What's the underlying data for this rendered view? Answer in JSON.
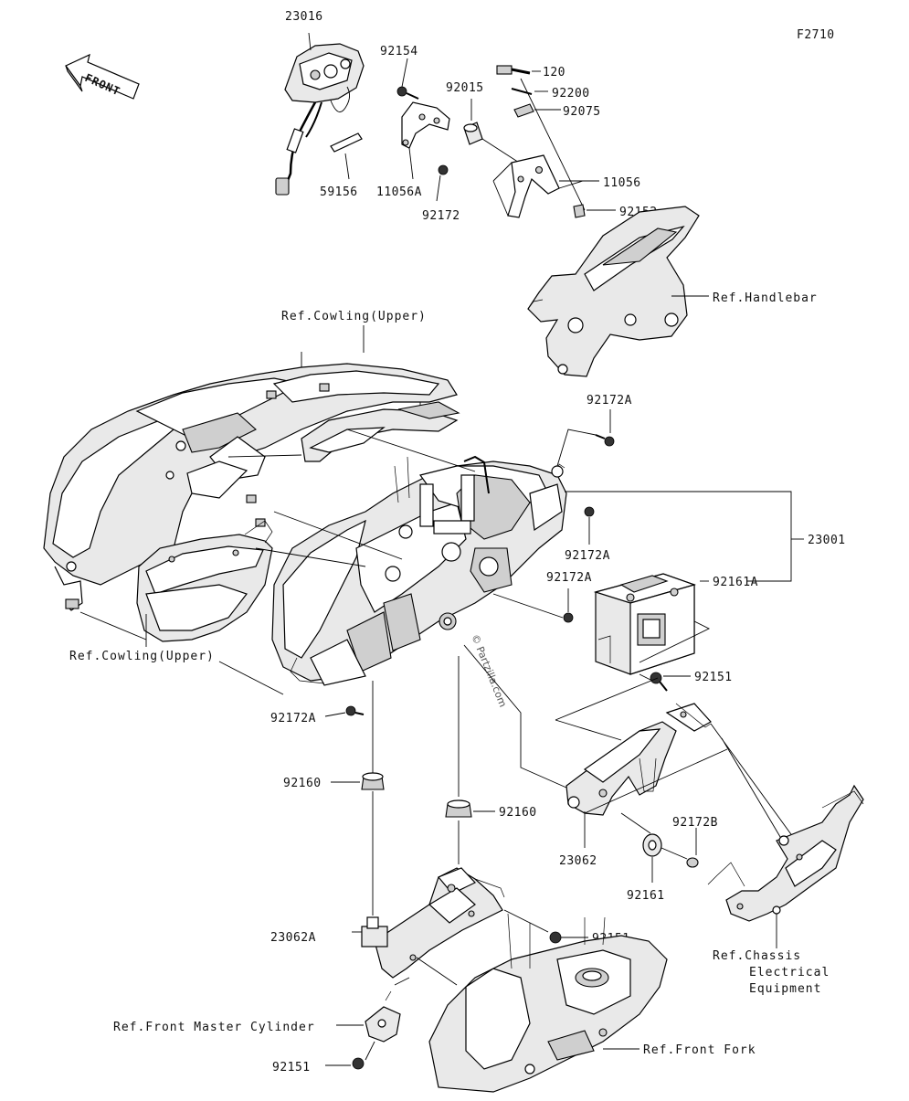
{
  "diagram_code": "F2710",
  "front_arrow_label": "FRONT",
  "watermark": "© Partzilla.com",
  "part_labels": {
    "p23016": "23016",
    "p92154": "92154",
    "p120": "120",
    "p92015": "92015",
    "p92200": "92200",
    "p92075": "92075",
    "p59156": "59156",
    "p11056A": "11056A",
    "p92172": "92172",
    "p11056": "11056",
    "p92152": "92152",
    "p92172A_top": "92172A",
    "p23001": "23001",
    "p92172A_mid": "92172A",
    "p92172A_mid2": "92172A",
    "p92161A": "92161A",
    "p92151_right": "92151",
    "p92172A_left": "92172A",
    "p92160_left": "92160",
    "p92160_center": "92160",
    "p92172B": "92172B",
    "p23062": "23062",
    "p92161": "92161",
    "p92151_low": "92151",
    "p23062A": "23062A",
    "p92151_bottom": "92151"
  },
  "ref_labels": {
    "handlebar": "Ref.Handlebar",
    "cowling_upper_top": "Ref.Cowling(Upper)",
    "cowling_upper_left": "Ref.Cowling(Upper)",
    "chassis_line1": "Ref.Chassis",
    "chassis_line2": "Electrical",
    "chassis_line3": "Equipment",
    "front_master_cylinder": "Ref.Front Master Cylinder",
    "front_fork": "Ref.Front Fork"
  }
}
